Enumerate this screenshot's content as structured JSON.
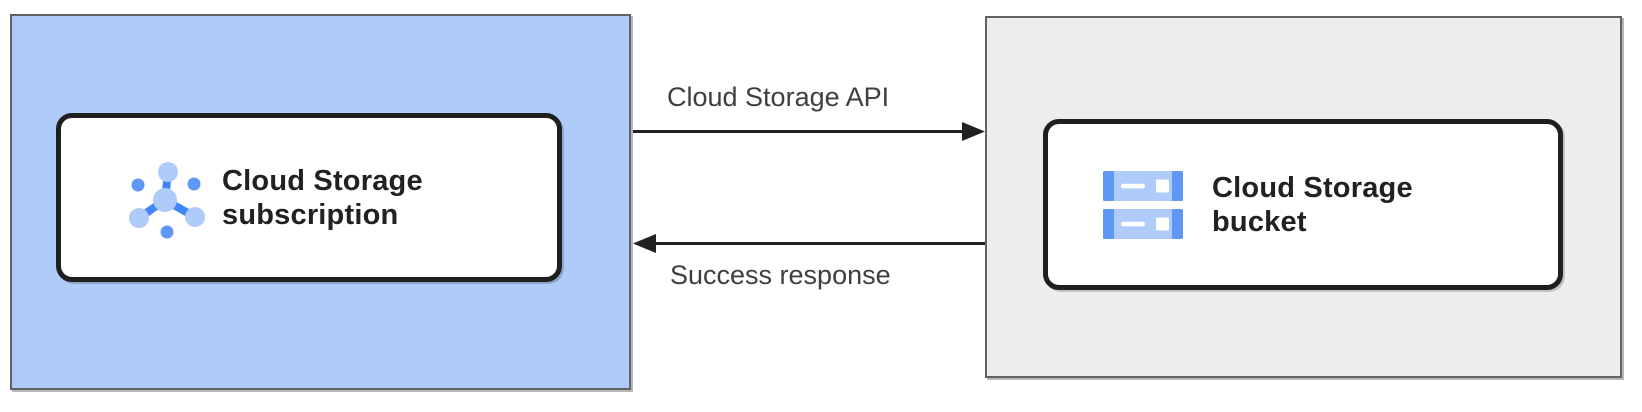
{
  "diagram": {
    "left_region": {
      "card": {
        "icon": "pubsub-icon",
        "label_line1": "Cloud Storage",
        "label_line2": "subscription"
      }
    },
    "right_region": {
      "card": {
        "icon": "cloud-storage-icon",
        "label_line1": "Cloud Storage",
        "label_line2": "bucket"
      }
    },
    "arrows": {
      "top": {
        "label": "Cloud Storage API",
        "direction": "left-to-right"
      },
      "bottom": {
        "label": "Success response",
        "direction": "right-to-left"
      }
    }
  },
  "colors": {
    "left_box_fill": "#AECBF9",
    "right_box_fill": "#EDEDED",
    "box_border": "#5F6368",
    "card_border": "#1F1F1F",
    "card_text": "#202124",
    "label_text": "#3C4043",
    "arrow": "#212121",
    "icon_light_blue": "#AECBFA",
    "icon_mid_blue": "#5E97F6",
    "icon_blue": "#4285F4"
  }
}
